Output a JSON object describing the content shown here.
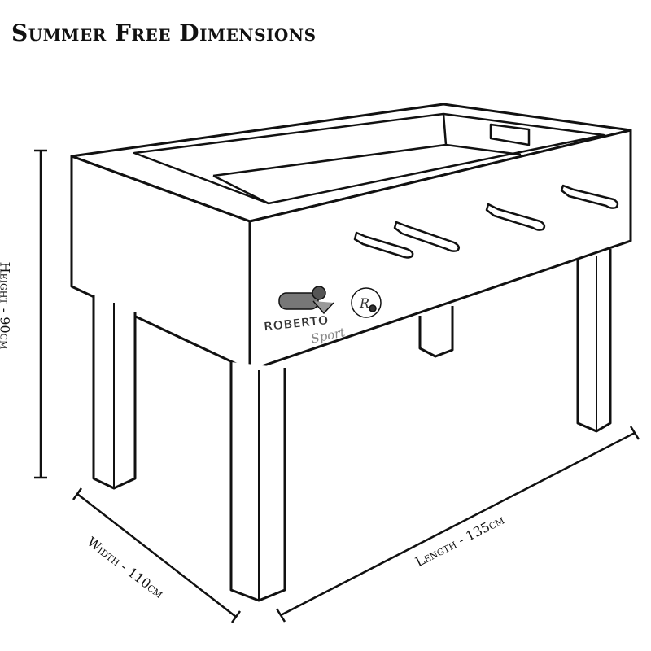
{
  "title": "Summer Free Dimensions",
  "dimensions": {
    "height": "Height - 90cm",
    "width": "Width - 110cm",
    "length": "Length - 135cm"
  },
  "logo": {
    "brand": "ROBERTO",
    "sub": "Sport"
  }
}
